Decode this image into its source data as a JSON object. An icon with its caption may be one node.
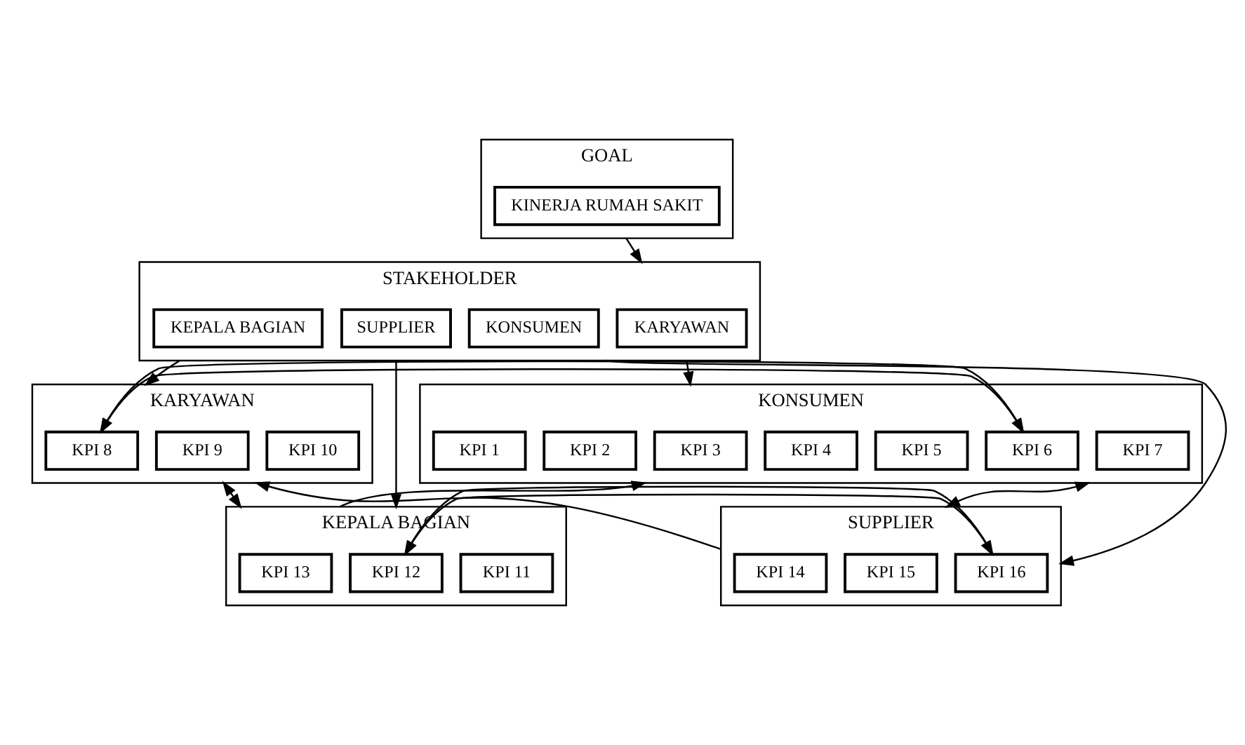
{
  "diagram": {
    "nodes": [
      {
        "text": [
          "GOAL"
        ]
      },
      {
        "text": [
          "KINERJA RUMAH SAKIT"
        ],
        "in": 0
      },
      {
        "text": [
          "STAKEHOLDER"
        ]
      },
      {
        "text": [
          "KONSUMEN"
        ],
        "in": 2
      },
      {
        "text": [
          "KARYAWAN"
        ],
        "in": 2
      },
      {
        "text": [
          "KEPALA BAGIAN"
        ],
        "in": 2
      },
      {
        "text": [
          "SUPPLIER"
        ],
        "in": 2
      },
      {
        "text": [
          "KONSUMEN"
        ]
      },
      {
        "text": [
          "KPI 1"
        ],
        "in": 7
      },
      {
        "text": [
          "KPI 2"
        ],
        "in": 7
      },
      {
        "text": [
          "KPI 3"
        ],
        "in": 7
      },
      {
        "text": [
          "KPI 4"
        ],
        "in": 7
      },
      {
        "text": [
          "KPI 5"
        ],
        "in": 7
      },
      {
        "text": [
          "KPI 6"
        ],
        "in": 7
      },
      {
        "text": [
          "KPI 7"
        ],
        "in": 7
      },
      {
        "text": [
          "KARYAWAN"
        ]
      },
      {
        "text": [
          "KPI 8"
        ],
        "in": 15
      },
      {
        "text": [
          "KPI 9"
        ],
        "in": 15
      },
      {
        "text": [
          "KPI 10"
        ],
        "in": 15
      },
      {
        "text": [
          "KEPALA BAGIAN"
        ]
      },
      {
        "text": [
          "KPI 11"
        ],
        "in": 19
      },
      {
        "text": [
          "KPI 12"
        ],
        "in": 19
      },
      {
        "text": [
          "KPI 13"
        ],
        "in": 19
      },
      {
        "text": [
          "SUPPLIER"
        ]
      },
      {
        "text": [
          "KPI 14"
        ],
        "in": 23
      },
      {
        "text": [
          "KPI 15"
        ],
        "in": 23
      },
      {
        "text": [
          "KPI 16"
        ],
        "in": 23
      }
    ],
    "edges": [
      {
        "from": 0,
        "to": 2,
        "arrow": "to"
      },
      {
        "from": 2,
        "to": 7,
        "arrow": "to"
      },
      {
        "from": 2,
        "to": 15,
        "arrow": "to"
      },
      {
        "from": 2,
        "to": 19,
        "arrow": "to"
      },
      {
        "from": 2,
        "to": 23,
        "arrow": "to"
      },
      {
        "from": 7,
        "to": 15,
        "arrow": "both"
      },
      {
        "from": 7,
        "to": 23,
        "arrow": "both"
      },
      {
        "from": 15,
        "to": 19,
        "arrow": "both"
      },
      {
        "from": 19,
        "to": 7,
        "arrow": "to"
      },
      {
        "from": 23,
        "to": 15,
        "arrow": "to"
      },
      {
        "from": 19,
        "to": 23,
        "arrow": "both"
      }
    ]
  }
}
